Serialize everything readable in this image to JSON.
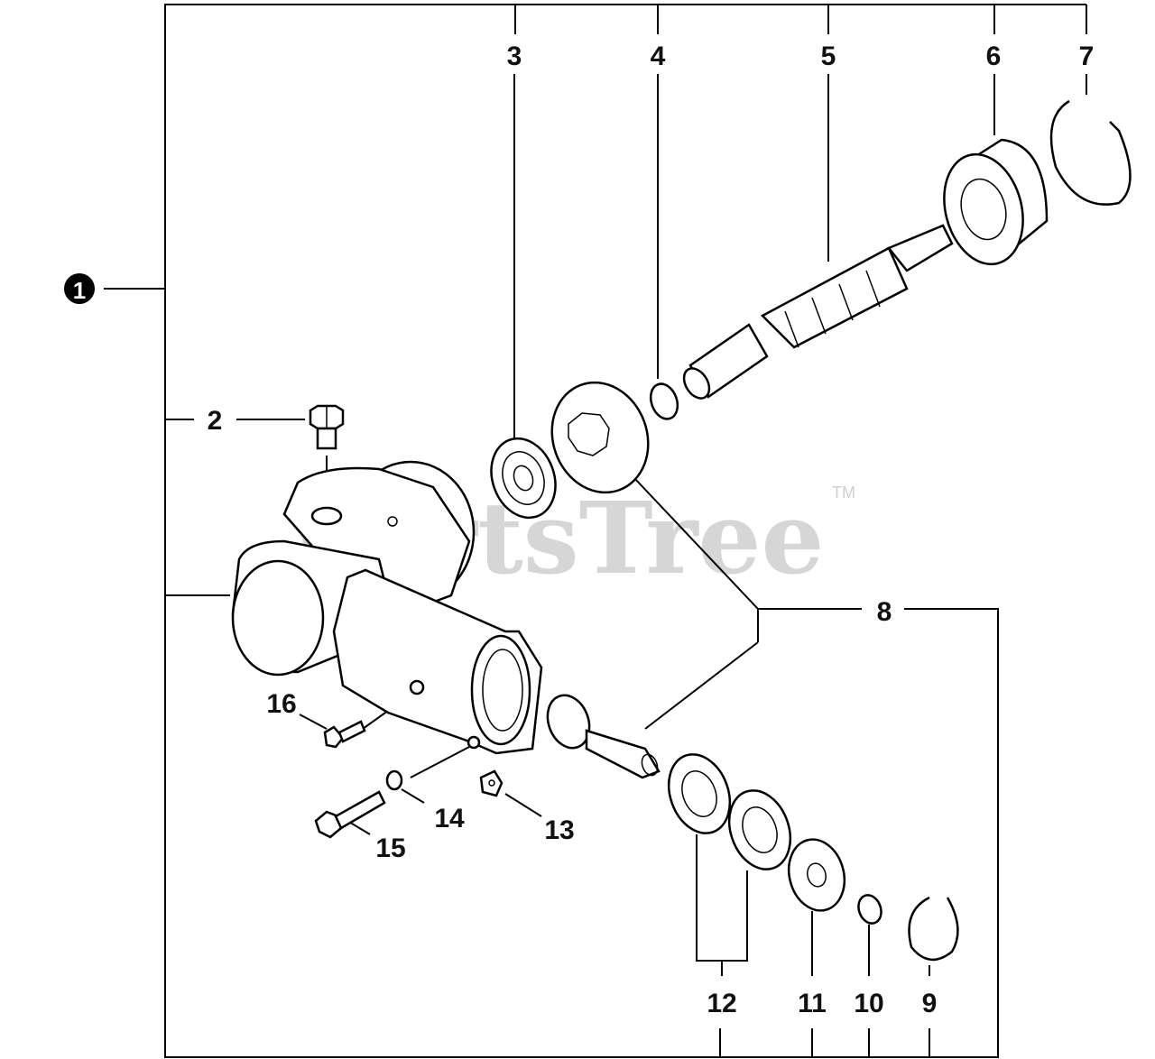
{
  "watermark": {
    "text": "PartsTree",
    "trademark": "TM"
  },
  "callouts": {
    "c1": "1",
    "c2": "2",
    "c3": "3",
    "c4": "4",
    "c5": "5",
    "c6": "6",
    "c7": "7",
    "c8": "8",
    "c9": "9",
    "c10": "10",
    "c11": "11",
    "c12": "12",
    "c13": "13",
    "c14": "14",
    "c15": "15",
    "c16": "16"
  },
  "colors": {
    "line": "#000000",
    "watermark": "#d0d0d0",
    "background": "#ffffff"
  }
}
